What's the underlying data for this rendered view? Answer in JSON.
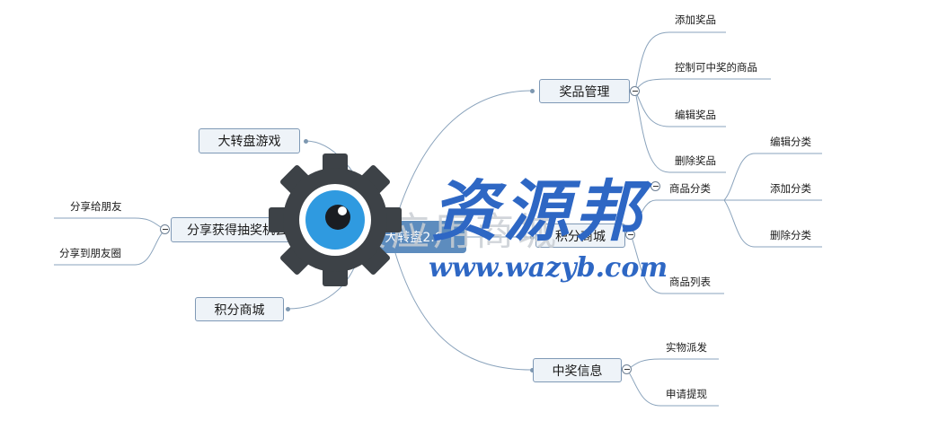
{
  "root": {
    "label": "大转盘2.0"
  },
  "right_branches": {
    "prize_mgmt": {
      "label": "奖品管理",
      "children": [
        "添加奖品",
        "控制可中奖的商品",
        "编辑奖品",
        "删除奖品"
      ]
    },
    "points_mall": {
      "label": "积分商城",
      "category": {
        "label": "商品分类",
        "children": [
          "编辑分类",
          "添加分类",
          "删除分类"
        ]
      },
      "product_list": "商品列表"
    },
    "winning_info": {
      "label": "中奖信息",
      "children": [
        "实物派发",
        "申请提现"
      ]
    }
  },
  "left_branches": {
    "wheel_game": {
      "label": "大转盘游戏"
    },
    "share": {
      "label": "分享获得抽奖机会",
      "children": [
        "分享给朋友",
        "分享到朋友圈"
      ]
    },
    "points_mall": {
      "label": "积分商城"
    }
  },
  "watermark": {
    "main": "资源邦",
    "url": "www.wazyb.com",
    "gray": "资应用商城",
    "color": "#2e67c4"
  },
  "colors": {
    "node_fill": "#eef3f8",
    "node_border": "#7f99b6",
    "root_fill": "#5d8cbe",
    "connector": "#8aa3bc"
  }
}
